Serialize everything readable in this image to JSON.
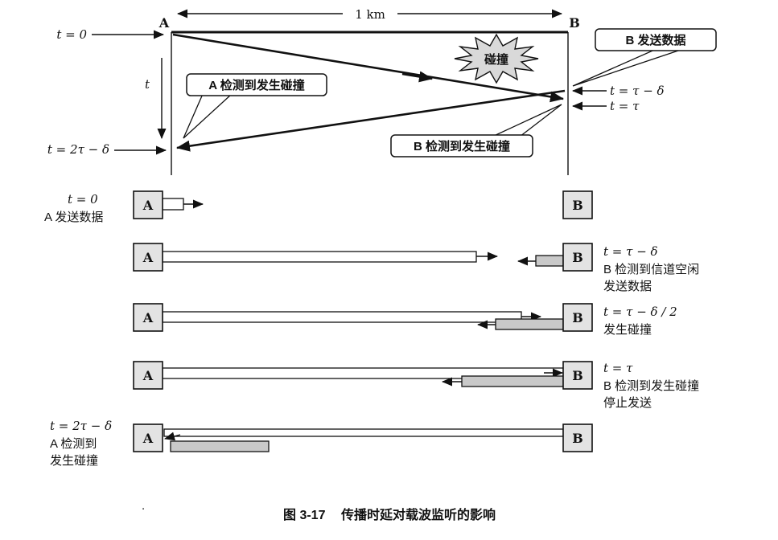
{
  "top": {
    "distance": "1 km",
    "node_a": "A",
    "node_b": "B",
    "t0": "t = 0",
    "t_axis": "t",
    "collision": "碰撞",
    "callout_b_send": "B 发送数据",
    "callout_a_detect": "A 检测到发生碰撞",
    "callout_b_detect": "B 检测到发生碰撞",
    "t_tau_delta": "t = τ − δ",
    "t_tau": "t = τ",
    "t_2tau_delta": "t = 2τ − δ"
  },
  "rows": [
    {
      "a": "A",
      "b": "B",
      "left": [
        "t = 0",
        "A 发送数据"
      ]
    },
    {
      "a": "A",
      "b": "B",
      "right": [
        "t = τ − δ",
        "B 检测到信道空闲",
        "发送数据"
      ]
    },
    {
      "a": "A",
      "b": "B",
      "right": [
        "t = τ − δ / 2",
        "发生碰撞"
      ]
    },
    {
      "a": "A",
      "b": "B",
      "right": [
        "t = τ",
        "B 检测到发生碰撞",
        "停止发送"
      ]
    },
    {
      "a": "A",
      "b": "B",
      "left": [
        "t = 2τ − δ",
        "A 检测到",
        "发生碰撞"
      ]
    }
  ],
  "caption": {
    "fig_no": "图 3-17",
    "title": "传播时延对载波监听的影响"
  },
  "misc": {
    "stray_dot": "."
  }
}
